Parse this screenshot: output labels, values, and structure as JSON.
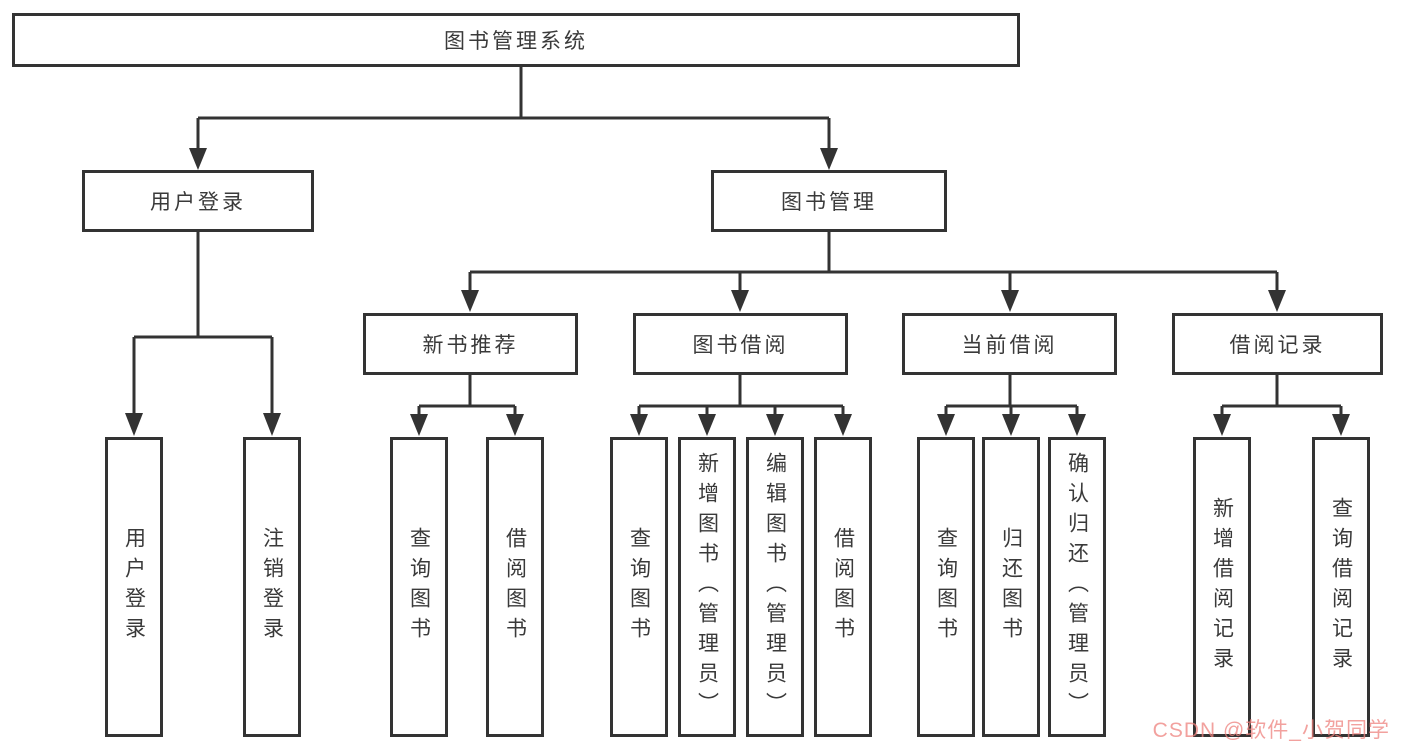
{
  "tree": {
    "root_label": "图书管理系统",
    "branches": [
      {
        "label": "用户登录",
        "leaves": [
          "用户登录",
          "注销登录"
        ]
      },
      {
        "label": "图书管理",
        "sections": [
          {
            "label": "新书推荐",
            "leaves": [
              "查询图书",
              "借阅图书"
            ]
          },
          {
            "label": "图书借阅",
            "leaves": [
              "查询图书",
              "新增图书（管理员）",
              "编辑图书（管理员）",
              "借阅图书"
            ]
          },
          {
            "label": "当前借阅",
            "leaves": [
              "查询图书",
              "归还图书",
              "确认归还（管理员）"
            ]
          },
          {
            "label": "借阅记录",
            "leaves": [
              "新增借阅记录",
              "查询借阅记录"
            ]
          }
        ]
      }
    ]
  },
  "watermark": {
    "text": "CSDN @软件_小贺同学",
    "color": "#ee827d"
  },
  "colors": {
    "line": "#333333",
    "box_border": "#333333",
    "text": "#3a3a3a",
    "background": "#ffffff"
  }
}
